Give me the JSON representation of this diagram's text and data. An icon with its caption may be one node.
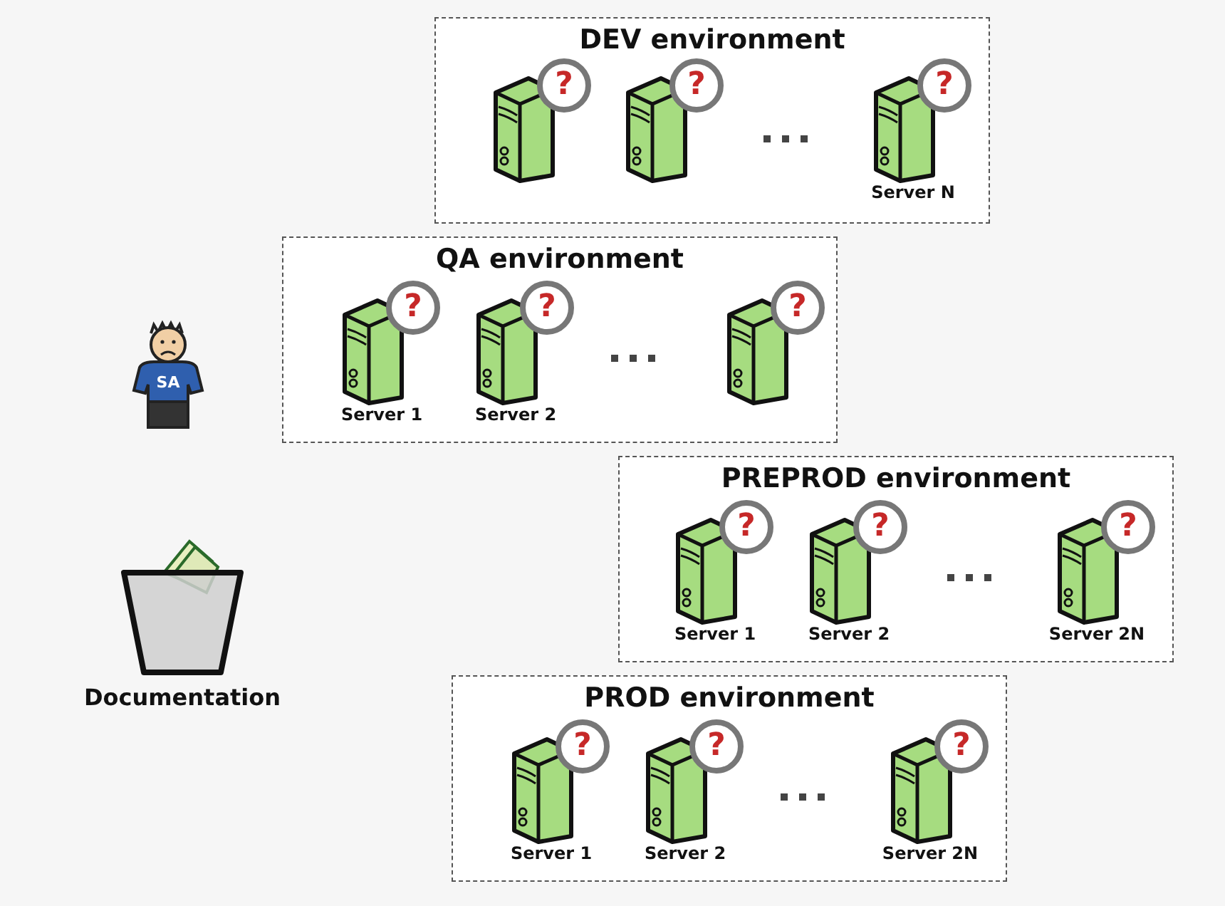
{
  "diagram": {
    "nodes": [
      {
        "text": [
          "SA"
        ]
      },
      {
        "text": [
          "Documentation"
        ]
      },
      {
        "text": [
          "DEV environment"
        ]
      },
      {
        "text": [
          "?"
        ],
        "in": 2
      },
      {
        "text": [
          "?"
        ],
        "in": 2
      },
      {
        "text": [
          "?",
          "Server N"
        ],
        "in": 2
      },
      {
        "text": [
          "QA environment"
        ]
      },
      {
        "text": [
          "?",
          "Server 1"
        ],
        "in": 6
      },
      {
        "text": [
          "?",
          "Server 2"
        ],
        "in": 6
      },
      {
        "text": [
          "?"
        ],
        "in": 6
      },
      {
        "text": [
          "PREPROD environment"
        ]
      },
      {
        "text": [
          "?",
          "Server 1"
        ],
        "in": 10
      },
      {
        "text": [
          "?",
          "Server 2"
        ],
        "in": 10
      },
      {
        "text": [
          "?",
          "Server 2N"
        ],
        "in": 10
      },
      {
        "text": [
          "PROD environment"
        ]
      },
      {
        "text": [
          "?",
          "Server 1"
        ],
        "in": 14
      },
      {
        "text": [
          "?",
          "Server 2"
        ],
        "in": 14
      },
      {
        "text": [
          "?",
          "Server 2N"
        ],
        "in": 14
      }
    ],
    "edges": []
  }
}
